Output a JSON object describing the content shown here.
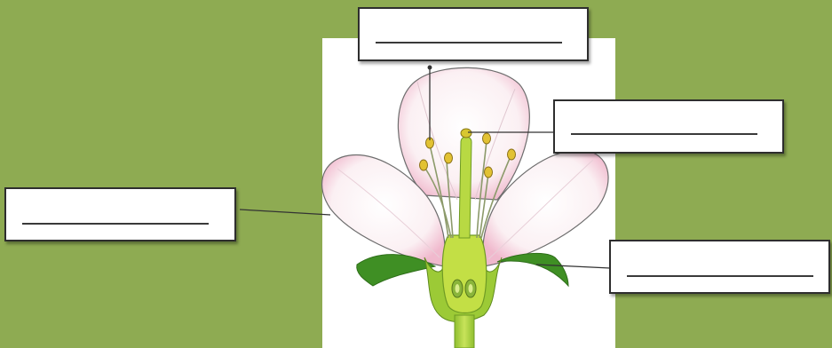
{
  "diagram": {
    "colors": {
      "background": "#8eab52",
      "panel": "#ffffff",
      "petal": "#fbf3f5",
      "petal_edge": "#e9a6c0",
      "sepal": "#4c9a2a",
      "stem": "#a7cf3c",
      "ovary": "#c5df4a",
      "anther": "#e2c233",
      "leader_line": "#333333"
    },
    "labels": [
      {
        "id": "label-top",
        "text": ""
      },
      {
        "id": "label-right-upper",
        "text": ""
      },
      {
        "id": "label-left",
        "text": ""
      },
      {
        "id": "label-right-lower",
        "text": ""
      }
    ]
  }
}
